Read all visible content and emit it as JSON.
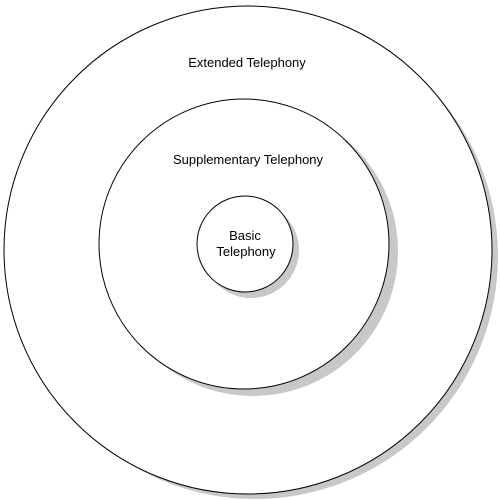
{
  "colors": {
    "background": "#ffffff",
    "circle_fill": "#ffffff",
    "circle_stroke": "#000000",
    "shadow": "#c8c8c8"
  },
  "rings": {
    "outer": {
      "label": "Extended Telephony"
    },
    "middle": {
      "label": "Supplementary Telephony"
    },
    "inner": {
      "label_line1": "Basic",
      "label_line2": "Telephony"
    }
  }
}
